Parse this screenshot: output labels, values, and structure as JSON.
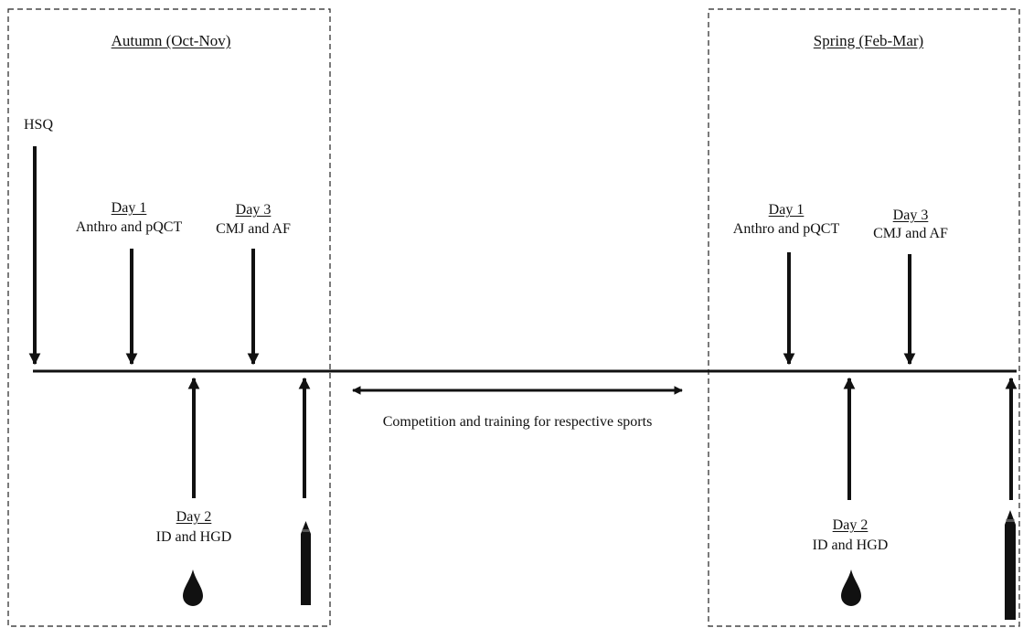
{
  "seasons": {
    "autumn": {
      "title": "Autumn (Oct-Nov)"
    },
    "spring": {
      "title": "Spring (Feb-Mar)"
    }
  },
  "autumn": {
    "hsq": "HSQ",
    "day1": {
      "title": "Day 1",
      "label": "Anthro and pQCT"
    },
    "day3": {
      "title": "Day 3",
      "label": "CMJ and AF"
    },
    "day2": {
      "title": "Day 2",
      "label": "ID and HGD"
    }
  },
  "spring": {
    "day1": {
      "title": "Day 1",
      "label": "Anthro and pQCT"
    },
    "day3": {
      "title": "Day 3",
      "label": "CMJ and AF"
    },
    "day2": {
      "title": "Day 2",
      "label": "ID and HGD"
    }
  },
  "middle": {
    "label": "Competition and training for respective sports"
  },
  "icons": {
    "blood_drop": "blood-drop-icon",
    "marker": "marker-icon"
  },
  "colors": {
    "ink": "#111111",
    "background": "#ffffff"
  }
}
